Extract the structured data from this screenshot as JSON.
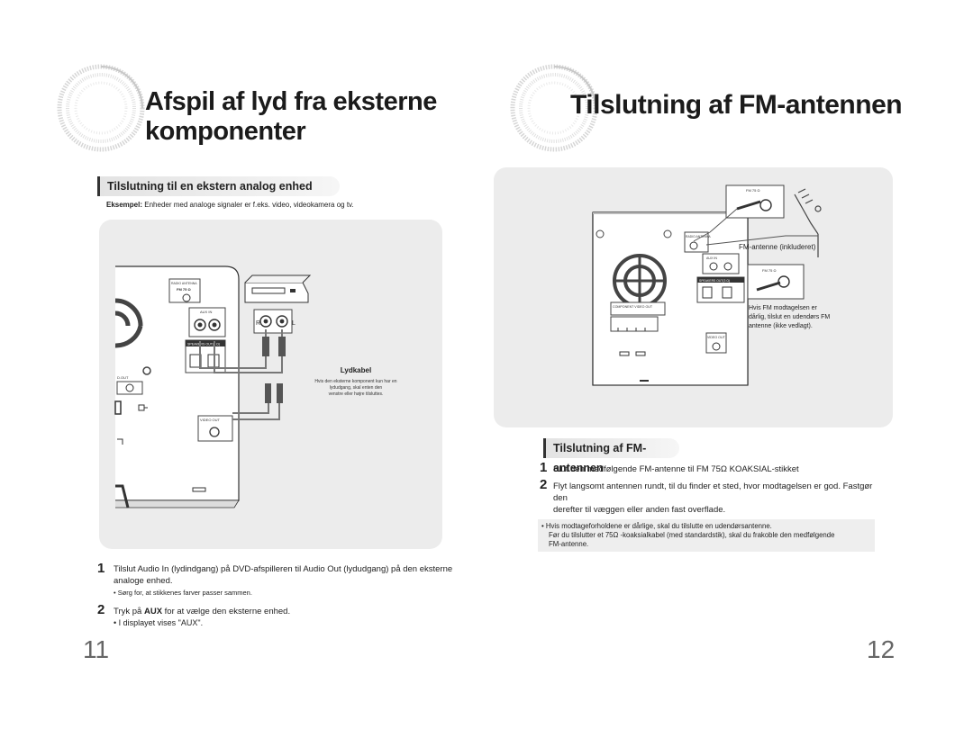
{
  "left": {
    "title_line1": "Afspil af lyd fra eksterne",
    "title_line2": "komponenter",
    "section_heading": "Tilslutning til en ekstern analog enhed",
    "example_label": "Eksempel:",
    "example_text": " Enheder med analoge signaler er f.eks. video, videokamera og tv.",
    "diagram": {
      "radio_antenna": "RADIO ANTENNA",
      "fm75": "FM 75 Ω",
      "aux_in": "AUX IN",
      "speakers_out": "SPEAKERS OUT(3 Ω)",
      "video_out": "VIDEO OUT",
      "d_out": "D.OUT",
      "r_label": "R",
      "l_label": "L",
      "cable_title": "Lydkabel",
      "cable_note_1": "Hvis den eksterne komponent kun har en",
      "cable_note_2": "lydudgang, skal enten den",
      "cable_note_3": "venstre eller højre tilsluttes."
    },
    "steps": [
      {
        "num": "1",
        "line1": "Tilslut Audio In (lydindgang) på DVD-afspilleren til Audio Out (lydudgang) på den eksterne",
        "line2": "analoge enhed.",
        "bullet": "• Sørg for, at stikkenes farver passer sammen."
      },
      {
        "num": "2",
        "pre": "Tryk på ",
        "bold": "AUX",
        "post": " for at vælge den eksterne enhed.",
        "bullet": "• I displayet vises \"AUX\"."
      }
    ],
    "page_number": "11"
  },
  "right": {
    "title": "Tilslutning af FM-antennen",
    "diagram": {
      "fm75": "FM 75 Ω",
      "fm_included": "FM-antenne (inkluderet)",
      "radio_antenna": "RADIO ANTENNA",
      "speakers_out": "SPEAKERS OUT(3 Ω)",
      "component_video_out": "COMPONENT VIDEO OUT",
      "video_out": "VIDEO OUT",
      "aux_in": "AUX IN",
      "note_1": "Hvis FM modtagelsen er",
      "note_2": "dårlig, tilslut en udendørs FM",
      "note_3": "antenne (ikke vedlagt)."
    },
    "section_heading": "Tilslutning af FM-antennen",
    "steps": [
      {
        "num": "1",
        "line1": "Slut den medfølgende FM-antenne til FM 75Ω KOAKSIAL-stikket"
      },
      {
        "num": "2",
        "line1": "Flyt langsomt antennen rundt, til du finder et sted, hvor modtagelsen er god. Fastgør den",
        "line2": "derefter til væggen eller anden fast overflade."
      }
    ],
    "note_line1": "• Hvis modtageforholdene er dårlige, skal du tilslutte en udendørsantenne.",
    "note_line2": "Før du tilslutter et 75Ω -koaksialkabel (med standardstik), skal du frakoble den medfølgende",
    "note_line3": "FM-antenne.",
    "page_number": "12"
  }
}
